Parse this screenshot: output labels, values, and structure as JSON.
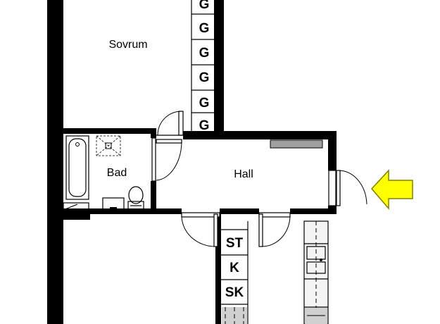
{
  "rooms": {
    "bedroom": "Sovrum",
    "bath": "Bad",
    "hall": "Hall"
  },
  "wardrobe_label": "G",
  "cabinets": [
    "ST",
    "K",
    "SK"
  ],
  "colors": {
    "wall": "#000000",
    "arrow_fill": "#ffff00",
    "arrow_stroke": "#808000",
    "counter": "#a0a0a0"
  },
  "icons": {
    "entrance": "entrance-arrow-icon",
    "bathtub": "bathtub-icon",
    "toilet": "toilet-icon",
    "sink": "sink-icon",
    "shower_drain": "floor-drain-icon"
  }
}
